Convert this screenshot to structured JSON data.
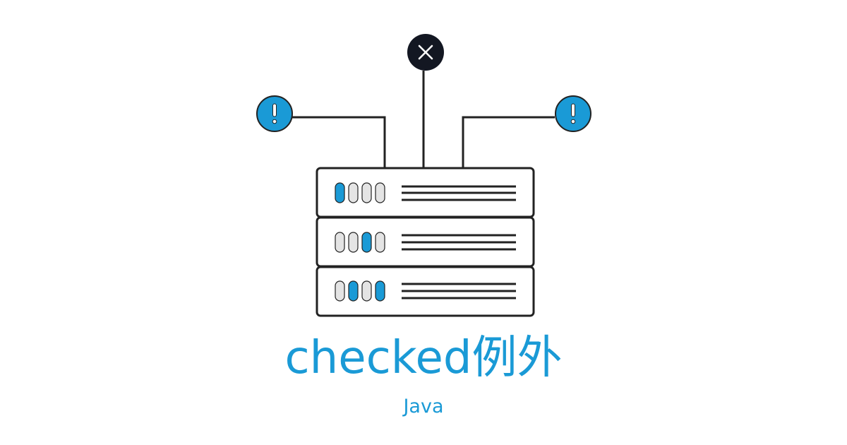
{
  "title": "checked例外",
  "subtitle": "Java",
  "colors": {
    "accent": "#1a9ad6",
    "dark": "#131722",
    "line": "#222222",
    "led_off": "#e4e4e4"
  },
  "icons": {
    "top": "close-icon",
    "left": "warning-icon",
    "right": "warning-icon"
  },
  "server_units": [
    {
      "leds": [
        "on",
        "off",
        "off",
        "off"
      ]
    },
    {
      "leds": [
        "off",
        "off",
        "on",
        "off"
      ]
    },
    {
      "leds": [
        "off",
        "on",
        "off",
        "on"
      ]
    }
  ]
}
